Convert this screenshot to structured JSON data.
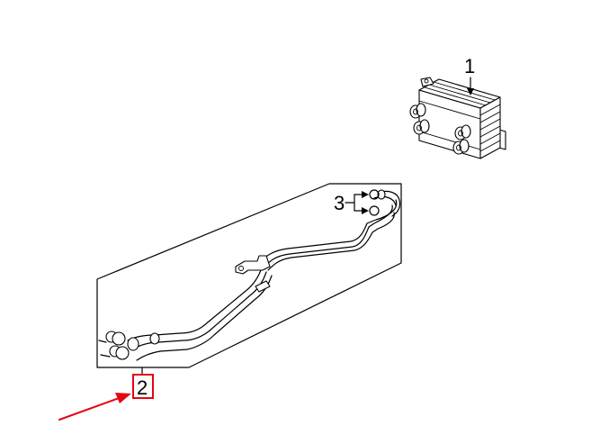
{
  "diagram": {
    "callouts": [
      {
        "id": "part-1",
        "label": "1"
      },
      {
        "id": "part-2",
        "label": "2",
        "highlighted": true
      },
      {
        "id": "part-3",
        "label": "3"
      }
    ],
    "colors": {
      "line": "#000000",
      "highlight": "#e30613",
      "background": "#ffffff"
    }
  }
}
